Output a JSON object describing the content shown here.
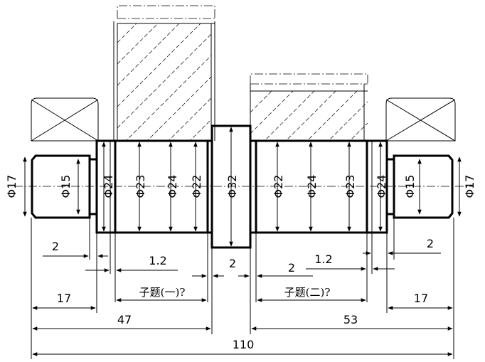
{
  "dimensions": {
    "left_end_outer": "Φ17",
    "left_end_inner": "Φ15",
    "left_shoulder": "Φ24",
    "left_seat_23": "Φ23",
    "left_seat_24": "Φ24",
    "left_seat_22": "Φ22",
    "collar": "Φ32",
    "right_seat_22": "Φ22",
    "right_seat_24": "Φ24",
    "right_seat_23": "Φ23",
    "right_shoulder": "Φ24",
    "right_end_inner": "Φ15",
    "right_end_outer": "Φ17",
    "len_2_left": "2",
    "len_1_2_left": "1.2",
    "len_2_collar": "2",
    "len_2_right": "2",
    "len_1_2_right": "1.2",
    "len_2_far_right": "2",
    "len_17_left": "17",
    "len_17_right": "17",
    "len_47": "47",
    "len_53": "53",
    "len_110": "110"
  },
  "questions": {
    "sub1": "子题(一)?",
    "sub2": "子题(二)?"
  }
}
